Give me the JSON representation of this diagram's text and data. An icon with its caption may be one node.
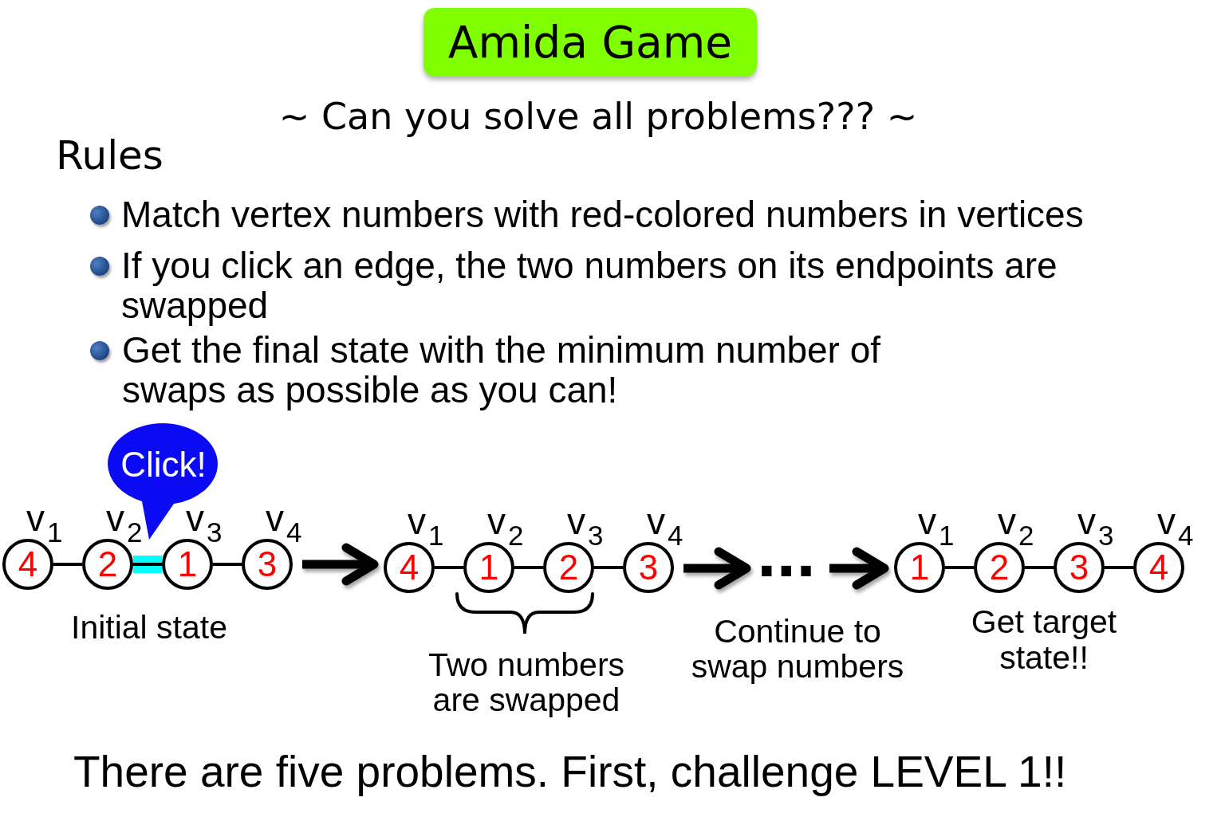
{
  "diagram": {
    "title": "Amida Game",
    "nodes": [
      {
        "text": [
          "Click!"
        ]
      },
      {
        "text": [
          "4"
        ],
        "beside": [
          "v$_{1}$"
        ]
      },
      {
        "text": [
          "2"
        ],
        "beside": [
          "v$_{2}$"
        ]
      },
      {
        "text": [
          "1"
        ],
        "beside": [
          "v$_{3}$"
        ]
      },
      {
        "text": [
          "3"
        ],
        "beside": [
          "v$_{4}$"
        ]
      },
      {
        "text": [
          "4"
        ],
        "beside": [
          "v$_{1}$"
        ]
      },
      {
        "text": [
          "1"
        ],
        "beside": [
          "v$_{2}$"
        ]
      },
      {
        "text": [
          "2"
        ],
        "beside": [
          "v$_{3}$"
        ]
      },
      {
        "text": [
          "3"
        ],
        "beside": [
          "v$_{4}$"
        ]
      },
      {
        "text": [
          "..."
        ]
      },
      {
        "text": [
          "1"
        ],
        "beside": [
          "v$_{1}$"
        ]
      },
      {
        "text": [
          "2"
        ],
        "beside": [
          "v$_{2}$"
        ]
      },
      {
        "text": [
          "3"
        ],
        "beside": [
          "v$_{3}$"
        ]
      },
      {
        "text": [
          "4"
        ],
        "beside": [
          "v$_{4}$"
        ]
      }
    ],
    "edges": [
      {
        "from": 1,
        "to": 2,
        "arrow": "none"
      },
      {
        "from": 2,
        "to": 3,
        "arrow": "none",
        "style": "thick",
        "color": "#00ffff"
      },
      {
        "from": 3,
        "to": 4,
        "arrow": "none"
      },
      {
        "from": 4,
        "to": 5,
        "arrow": "to",
        "style": "thick"
      },
      {
        "from": 5,
        "to": 6,
        "arrow": "none"
      },
      {
        "from": 6,
        "to": 7,
        "arrow": "none"
      },
      {
        "from": 7,
        "to": 8,
        "arrow": "none"
      },
      {
        "from": 8,
        "to": 9,
        "arrow": "to",
        "style": "thick"
      },
      {
        "from": 9,
        "to": 10,
        "arrow": "to",
        "style": "thick"
      },
      {
        "from": 10,
        "to": 11,
        "arrow": "none"
      },
      {
        "from": 11,
        "to": 12,
        "arrow": "none"
      },
      {
        "from": 12,
        "to": 13,
        "arrow": "none"
      }
    ],
    "labels": [
      "~ Can you solve all problems??? ~",
      "Rules",
      "Match vertex numbers with red-colored numbers in vertices",
      "If you click an edge, the two numbers on its endpoints are swapped",
      "Get the final state with the minimum number of swaps as possible as you can!",
      "Initial state",
      "Two numbers are swapped",
      "Continue to swap numbers",
      "Get target state!!"
    ],
    "caption": "There are five problems. First, challenge LEVEL 1!!"
  }
}
